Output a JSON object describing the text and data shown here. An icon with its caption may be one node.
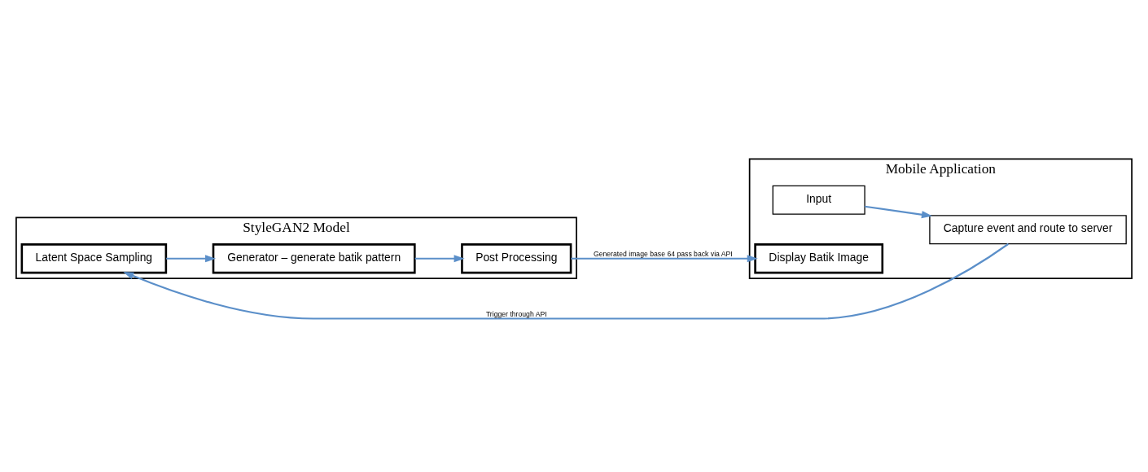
{
  "diagram": {
    "nodes": [
      {
        "text": [
          "StyleGAN2 Model"
        ]
      },
      {
        "text": [
          "Latent Space Sampling"
        ],
        "in": 0
      },
      {
        "text": [
          "Generator – generate batik pattern"
        ],
        "in": 0
      },
      {
        "text": [
          "Post Processing"
        ],
        "in": 0
      },
      {
        "text": [
          "Mobile Application"
        ]
      },
      {
        "text": [
          "Capture event and route to server"
        ],
        "in": 4
      },
      {
        "text": [
          "Input"
        ],
        "in": 4
      },
      {
        "text": [
          "Display Batik Image"
        ],
        "in": 4
      }
    ],
    "edges": [
      {
        "from": 6,
        "to": 5,
        "arrow": "to"
      },
      {
        "from": 5,
        "to": 1,
        "arrow": "to",
        "label": "Trigger through API"
      },
      {
        "from": 1,
        "to": 2,
        "arrow": "to"
      },
      {
        "from": 2,
        "to": 3,
        "arrow": "to"
      },
      {
        "from": 3,
        "to": 7,
        "arrow": "to",
        "label": "Generated image base 64 pass back via API"
      }
    ]
  }
}
